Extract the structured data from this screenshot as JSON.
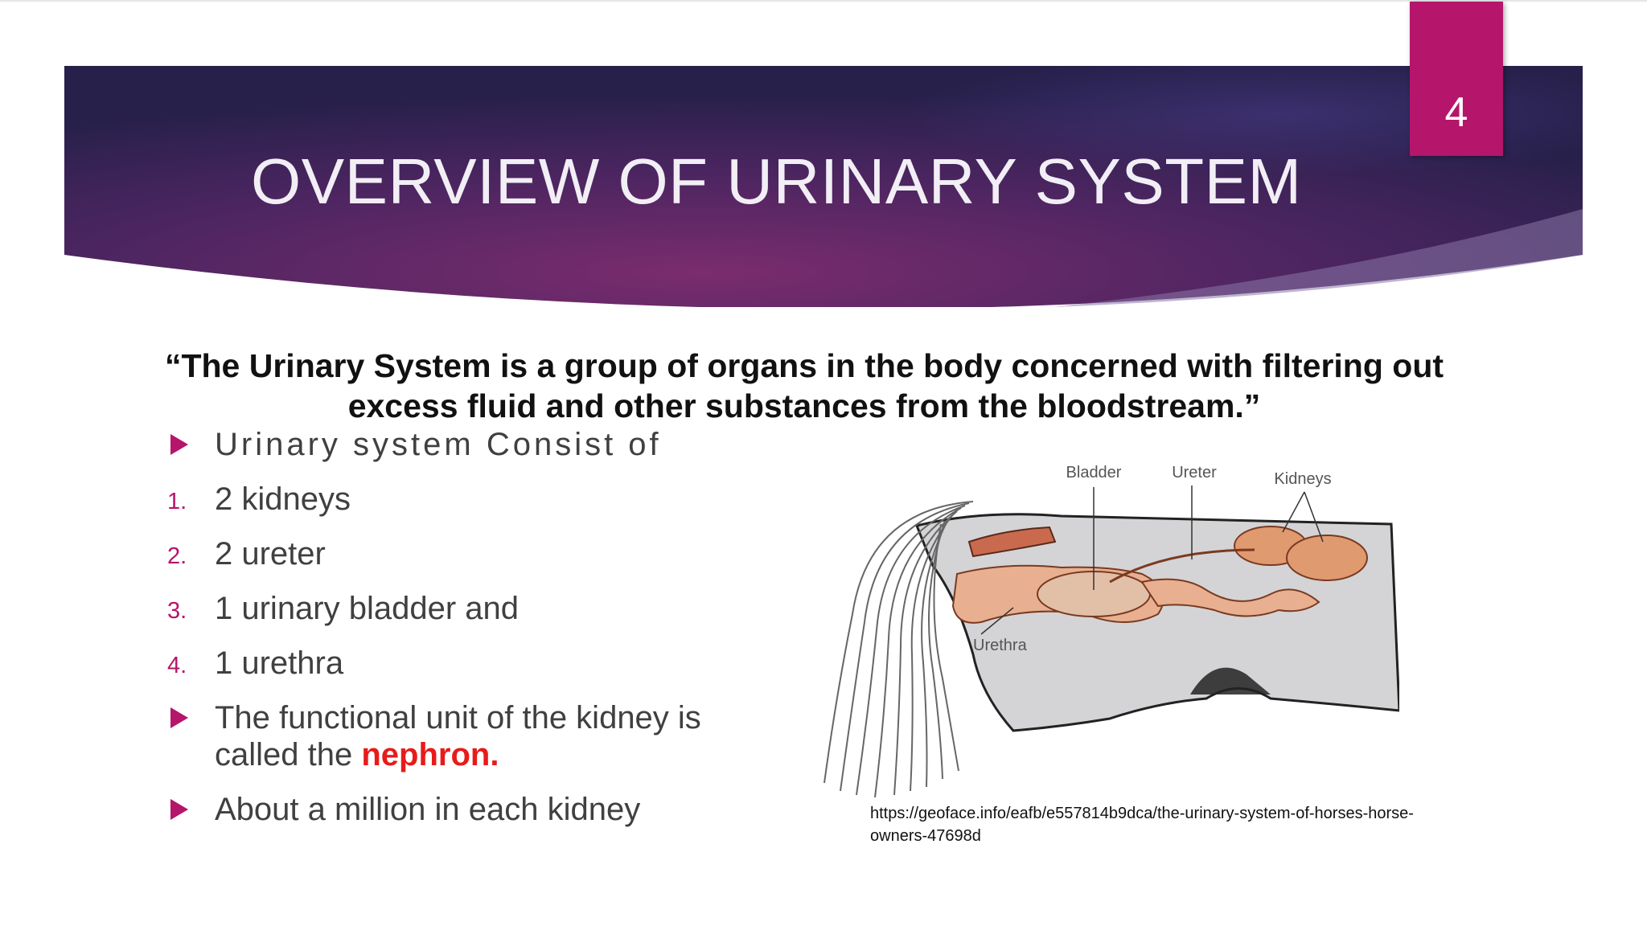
{
  "slide": {
    "number": "4",
    "title": "OVERVIEW OF URINARY SYSTEM",
    "definition": "“The Urinary System is a group of organs in the body concerned with filtering out excess fluid and other substances from the bloodstream.”"
  },
  "bullets": {
    "intro": "Urinary system Consist of",
    "items": [
      {
        "marker": "1.",
        "text": "2 kidneys"
      },
      {
        "marker": "2.",
        "text": "2  ureter"
      },
      {
        "marker": "3.",
        "text": "1 urinary bladder and"
      },
      {
        "marker": "4.",
        "text": "1 urethra"
      }
    ],
    "nephron_line1": "The functional unit of the kidney is",
    "nephron_line2_prefix": "called the ",
    "nephron_highlight": "nephron.",
    "million": "About a million in each kidney"
  },
  "figure": {
    "labels": {
      "bladder": "Bladder",
      "ureter": "Ureter",
      "kidneys": "Kidneys",
      "urethra": "Urethra"
    },
    "source_url": "https://geoface.info/eafb/e557814b9dca/the-urinary-system-of-horses-horse-owners-47698d"
  },
  "colors": {
    "accent": "#b5156b",
    "banner_dark": "#2a1d4e",
    "banner_mid": "#6b2a66",
    "highlight": "#e81b1b"
  }
}
